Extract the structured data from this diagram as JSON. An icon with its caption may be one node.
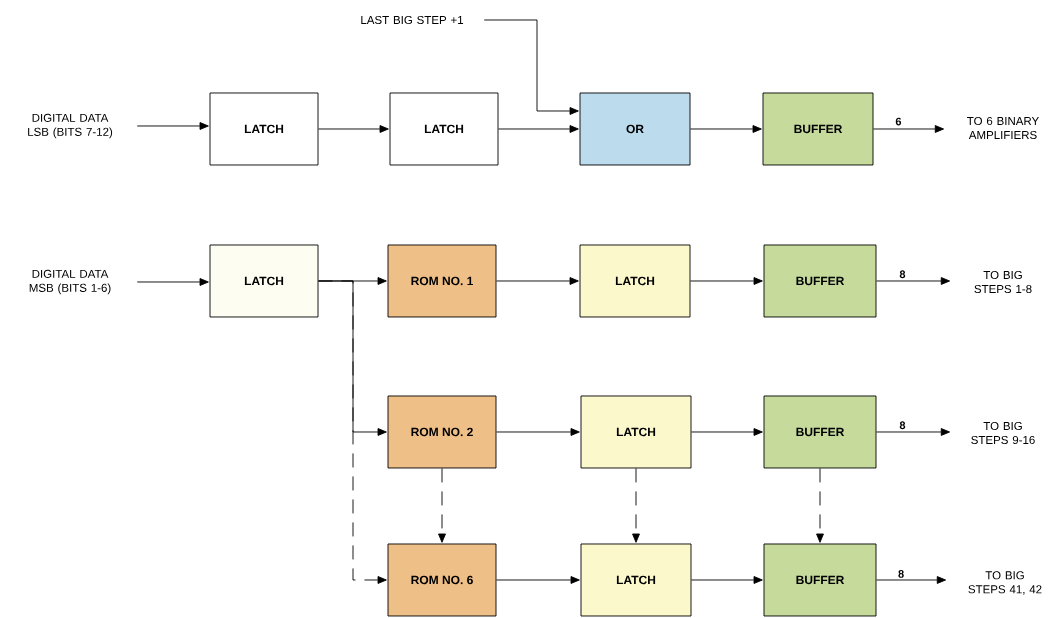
{
  "diagram": {
    "nodes": [
      {
        "text": [
          "DIGITAL DATA LSB (BITS 7-12)"
        ]
      },
      {
        "text": [
          "LATCH"
        ]
      },
      {
        "text": [
          "LATCH"
        ]
      },
      {
        "text": [
          "LAST BIG STEP +1"
        ]
      },
      {
        "text": [
          "OR"
        ]
      },
      {
        "text": [
          "BUFFER"
        ]
      },
      {
        "text": [
          "TO 6 BINARY AMPLIFIERS"
        ]
      },
      {
        "text": [
          "DIGITAL DATA MSB (BITS 1-6)"
        ]
      },
      {
        "text": [
          "LATCH"
        ]
      },
      {
        "text": [
          "ROM NO. 1"
        ]
      },
      {
        "text": [
          "LATCH"
        ]
      },
      {
        "text": [
          "BUFFER"
        ]
      },
      {
        "text": [
          "TO BIG STEPS 1-8"
        ]
      },
      {
        "text": [
          "ROM NO. 2"
        ]
      },
      {
        "text": [
          "LATCH"
        ]
      },
      {
        "text": [
          "BUFFER"
        ]
      },
      {
        "text": [
          "TO BIG STEPS 9-16"
        ]
      },
      {
        "text": [
          "ROM NO. 6"
        ]
      },
      {
        "text": [
          "LATCH"
        ]
      },
      {
        "text": [
          "BUFFER"
        ]
      },
      {
        "text": [
          "TO BIG STEPS 41, 42"
        ]
      }
    ],
    "edges": [
      {
        "from": 0,
        "to": 1,
        "arrow": "to"
      },
      {
        "from": 1,
        "to": 2,
        "arrow": "to"
      },
      {
        "from": 2,
        "to": 4,
        "arrow": "to"
      },
      {
        "from": 3,
        "to": 4,
        "arrow": "to"
      },
      {
        "from": 4,
        "to": 5,
        "arrow": "to"
      },
      {
        "from": 5,
        "to": 6,
        "arrow": "to",
        "label": "6"
      },
      {
        "from": 7,
        "to": 8,
        "arrow": "to"
      },
      {
        "from": 8,
        "to": 9,
        "arrow": "to"
      },
      {
        "from": 8,
        "to": 13,
        "arrow": "to"
      },
      {
        "from": 8,
        "to": 17,
        "arrow": "to",
        "style": "dashed"
      },
      {
        "from": 9,
        "to": 10,
        "arrow": "to"
      },
      {
        "from": 10,
        "to": 11,
        "arrow": "to"
      },
      {
        "from": 11,
        "to": 12,
        "arrow": "to",
        "label": "8"
      },
      {
        "from": 13,
        "to": 14,
        "arrow": "to"
      },
      {
        "from": 14,
        "to": 15,
        "arrow": "to"
      },
      {
        "from": 15,
        "to": 16,
        "arrow": "to",
        "label": "8"
      },
      {
        "from": 13,
        "to": 17,
        "arrow": "to",
        "style": "dashed"
      },
      {
        "from": 14,
        "to": 18,
        "arrow": "to",
        "style": "dashed"
      },
      {
        "from": 15,
        "to": 19,
        "arrow": "to",
        "style": "dashed"
      },
      {
        "from": 17,
        "to": 18,
        "arrow": "to"
      },
      {
        "from": 18,
        "to": 19,
        "arrow": "to"
      },
      {
        "from": 19,
        "to": 20,
        "arrow": "to",
        "label": "8"
      }
    ]
  }
}
